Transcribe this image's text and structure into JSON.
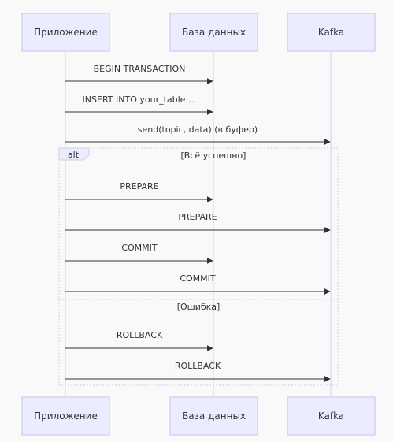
{
  "participants": [
    {
      "id": "app",
      "label": "Приложение"
    },
    {
      "id": "db",
      "label": "База данных"
    },
    {
      "id": "kafka",
      "label": "Kafka"
    }
  ],
  "messages": [
    {
      "from": "app",
      "to": "db",
      "label": "BEGIN TRANSACTION"
    },
    {
      "from": "app",
      "to": "db",
      "label": "INSERT INTO your_table ..."
    },
    {
      "from": "app",
      "to": "kafka",
      "label": "send(topic, data) (в буфер)"
    },
    {
      "from": "app",
      "to": "db",
      "label": "PREPARE"
    },
    {
      "from": "app",
      "to": "kafka",
      "label": "PREPARE"
    },
    {
      "from": "app",
      "to": "db",
      "label": "COMMIT"
    },
    {
      "from": "app",
      "to": "kafka",
      "label": "COMMIT"
    },
    {
      "from": "app",
      "to": "db",
      "label": "ROLLBACK"
    },
    {
      "from": "app",
      "to": "kafka",
      "label": "ROLLBACK"
    }
  ],
  "alt_block": {
    "keyword": "alt",
    "condition": "[Всё успешно]",
    "else_condition": "[Ошибка]"
  },
  "colors": {
    "background": "#f9f9f9",
    "box_fill": "#ececff",
    "box_stroke": "#c9c2f0",
    "lifeline": "#d6d0f5",
    "arrow": "#333333",
    "frame": "#cfcfe0"
  }
}
